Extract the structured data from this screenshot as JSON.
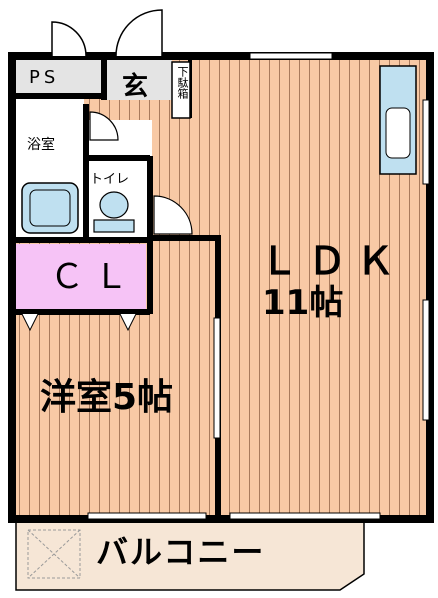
{
  "rooms": {
    "ps": "PS",
    "entrance": "玄",
    "shoe_box": "下駄箱",
    "bathroom": "浴室",
    "toilet": "トイレ",
    "closet": "ＣＬ",
    "ldk": "ＬＤＫ",
    "ldk_size": "11帖",
    "western_room": "洋室5帖",
    "balcony": "バルコニー"
  },
  "colors": {
    "floor": "#f8c9a5",
    "floor_stripe": "#a87a5c",
    "wall": "#000000",
    "closet": "#f6c3f6",
    "fixture": "#bfe0f0",
    "service": "#e4e4e4",
    "balcony": "#f6e6d6"
  }
}
